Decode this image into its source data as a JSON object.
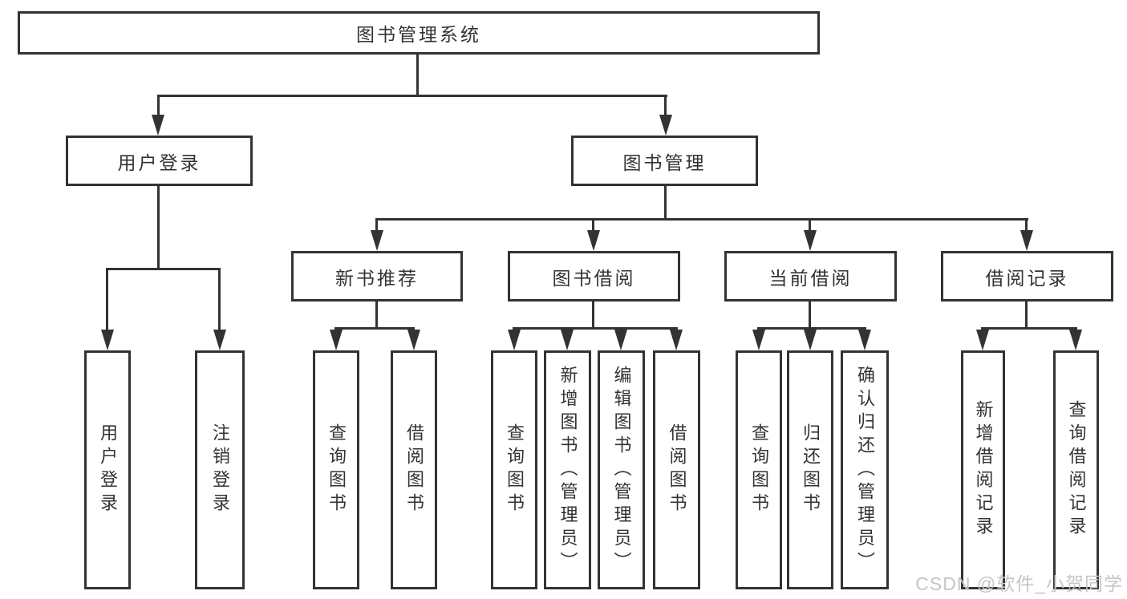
{
  "tree": {
    "label": "图书管理系统",
    "children": [
      {
        "label": "用户登录",
        "children": [
          {
            "label": "用户登录"
          },
          {
            "label": "注销登录"
          }
        ]
      },
      {
        "label": "图书管理",
        "children": [
          {
            "label": "新书推荐",
            "children": [
              {
                "label": "查询图书"
              },
              {
                "label": "借阅图书"
              }
            ]
          },
          {
            "label": "图书借阅",
            "children": [
              {
                "label": "查询图书"
              },
              {
                "label": "新增图书（管理员）"
              },
              {
                "label": "编辑图书（管理员）"
              },
              {
                "label": "借阅图书"
              }
            ]
          },
          {
            "label": "当前借阅",
            "children": [
              {
                "label": "查询图书"
              },
              {
                "label": "归还图书"
              },
              {
                "label": "确认归还（管理员）"
              }
            ]
          },
          {
            "label": "借阅记录",
            "children": [
              {
                "label": "新增借阅记录"
              },
              {
                "label": "查询借阅记录"
              }
            ]
          }
        ]
      }
    ]
  },
  "watermark": {
    "text": "CSDN @软件_小贺同学"
  },
  "colors": {
    "line": "#333333",
    "text": "#333333",
    "background": "#ffffff",
    "watermark": "#c9c4c6"
  }
}
